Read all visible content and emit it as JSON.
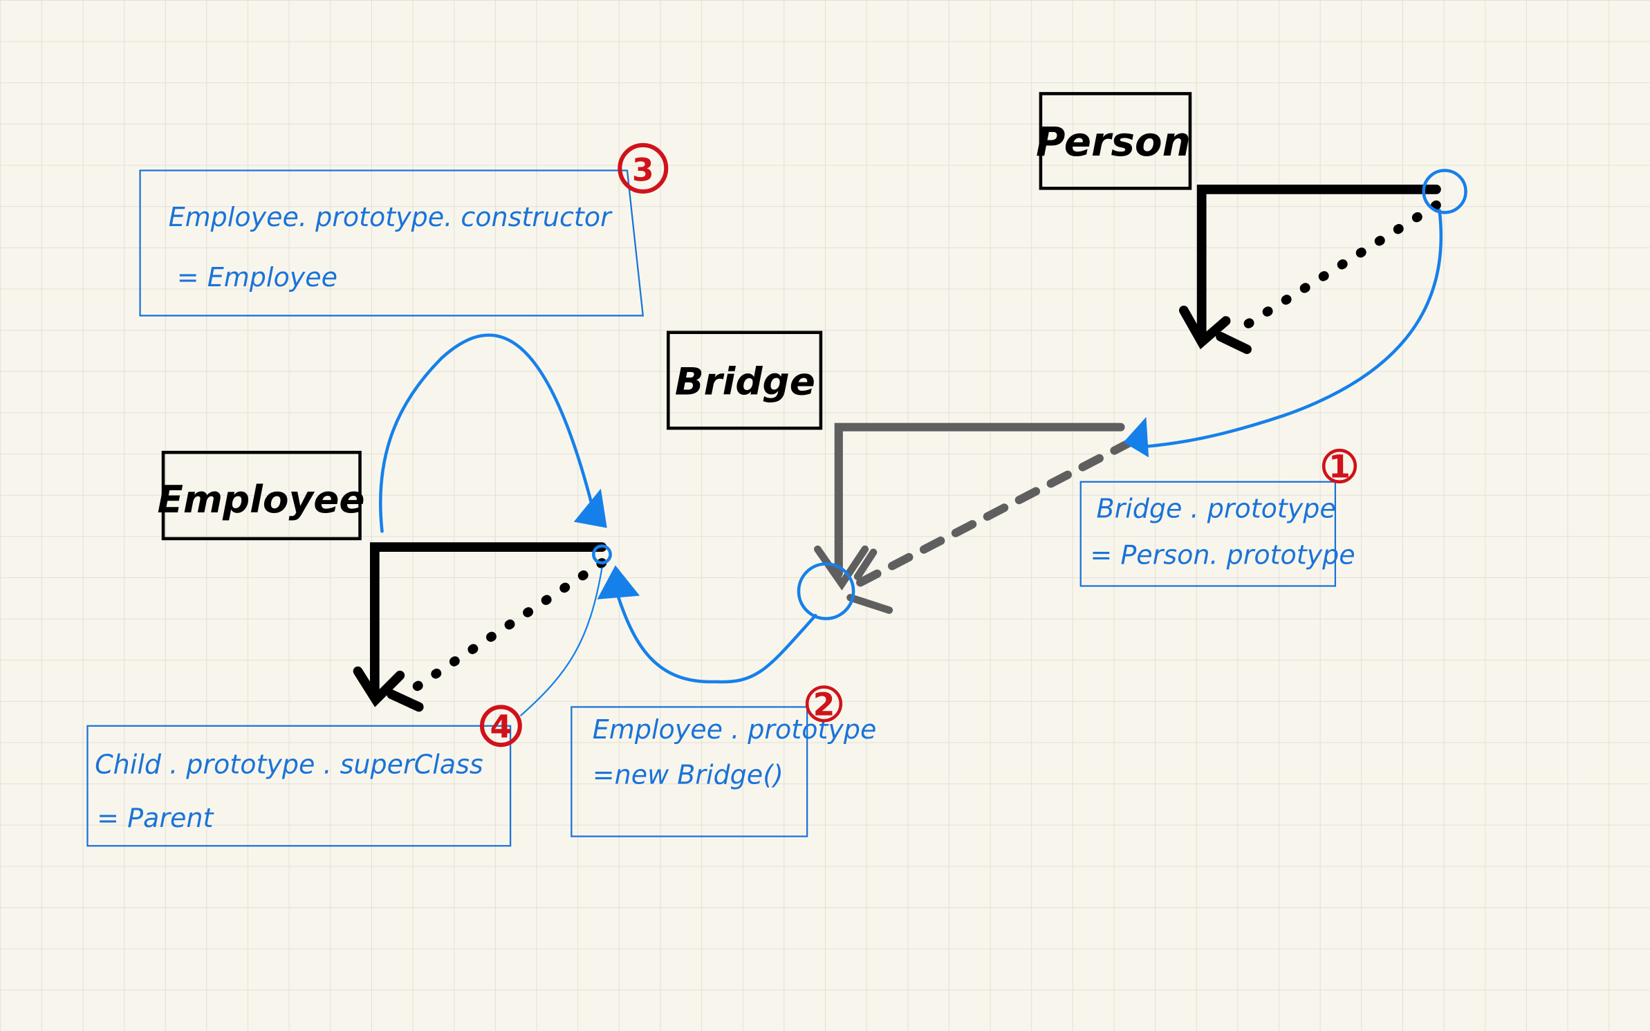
{
  "colors": {
    "background": "#f8f6ec",
    "grid": "#e0ddd3",
    "note_blue": "#1a73d9",
    "curve_blue": "#1680ea",
    "badge_red": "#d0121b",
    "bridge_gray": "#5f5f5f"
  },
  "classes": {
    "person": "Person",
    "bridge": "Bridge",
    "employee": "Employee"
  },
  "notes": [
    {
      "badge": "1",
      "lines": [
        "Bridge . prototype",
        "= Person. prototype"
      ]
    },
    {
      "badge": "2",
      "lines": [
        "Employee . prototype",
        "=new  Bridge()"
      ]
    },
    {
      "badge": "3",
      "lines": [
        "Employee. prototype. constructor",
        "= Employee"
      ]
    },
    {
      "badge": "4",
      "lines": [
        "Child . prototype . superClass",
        "= Parent"
      ]
    }
  ]
}
